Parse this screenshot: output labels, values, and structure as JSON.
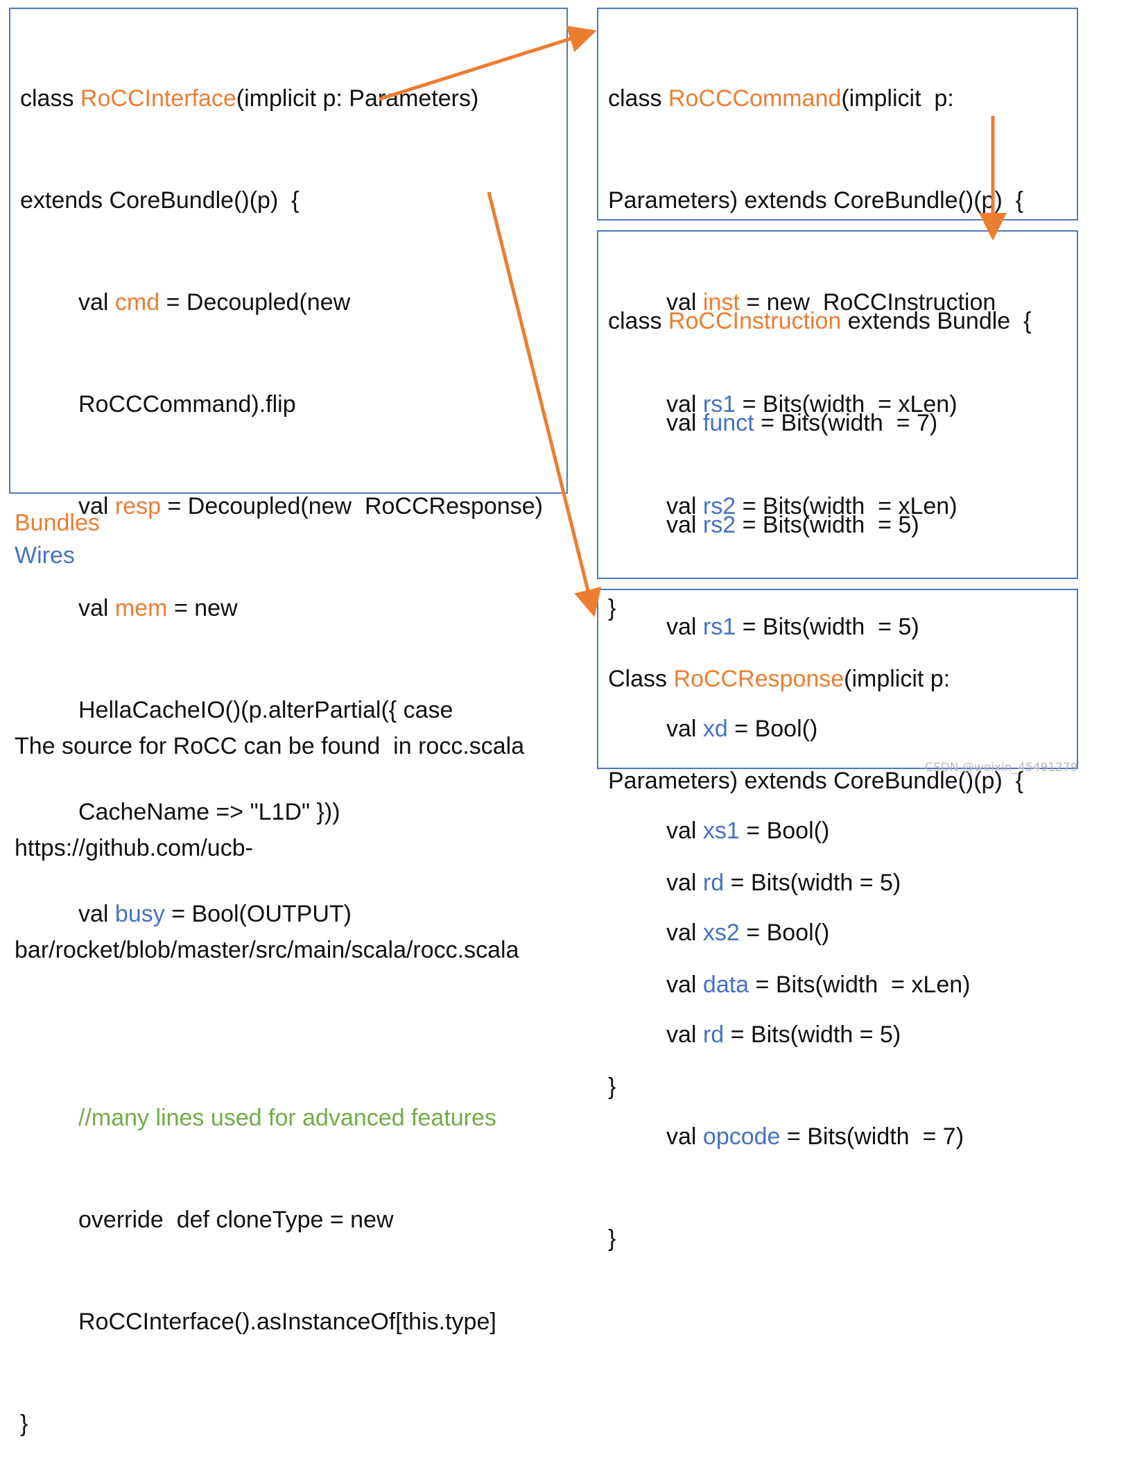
{
  "rocc_interface": {
    "kw_class": "class",
    "name": "RoCCInterface",
    "header_rest": "(implicit p: Parameters)",
    "header_line2": "extends CoreBundle()(p)  {",
    "cmd_pre": "val ",
    "cmd_name": "cmd",
    "cmd_post": " = Decoupled(new",
    "cmd_cont": "RoCCCommand).flip",
    "resp_pre": "val ",
    "resp_name": "resp",
    "resp_post": " = Decoupled(new  RoCCResponse)",
    "mem_pre": "val ",
    "mem_name": "mem",
    "mem_post": " = new",
    "mem_cont1": "HellaCacheIO()(p.alterPartial({ case",
    "mem_cont2": "CacheName => \"L1D\" }))",
    "busy_pre": "val ",
    "busy_name": "busy",
    "busy_post": " = Bool(OUTPUT)",
    "comment": "//many lines used for advanced features",
    "override_line": "override  def cloneType = new",
    "override_cont": "RoCCInterface().asInstanceOf[this.type]",
    "close": "}"
  },
  "rocc_command": {
    "kw_class": "class ",
    "name": "RoCCCommand",
    "header_rest": "(implicit  p:",
    "header_line2": "Parameters) extends CoreBundle()(p)  {",
    "inst_pre": "val ",
    "inst_name": "inst",
    "inst_post": " = new  RoCCInstruction",
    "rs1_pre": "val ",
    "rs1_name": "rs1",
    "rs1_post": " = Bits(width  = xLen)",
    "rs2_pre": "val ",
    "rs2_name": "rs2",
    "rs2_post": " = Bits(width  = xLen)",
    "close": "}"
  },
  "rocc_instruction": {
    "kw_class": "class ",
    "name": "RoCCInstruction",
    "header_rest": " extends Bundle  {",
    "fields": [
      {
        "pre": "val ",
        "name": "funct",
        "post": " = Bits(width  = 7)"
      },
      {
        "pre": "val ",
        "name": "rs2",
        "post": " = Bits(width  = 5)"
      },
      {
        "pre": "val ",
        "name": "rs1",
        "post": " = Bits(width  = 5)"
      },
      {
        "pre": "val ",
        "name": "xd",
        "post": " = Bool()"
      },
      {
        "pre": "val ",
        "name": "xs1",
        "post": " = Bool()"
      },
      {
        "pre": "val ",
        "name": "xs2",
        "post": " = Bool()"
      },
      {
        "pre": "val ",
        "name": "rd",
        "post": " = Bits(width = 5)"
      },
      {
        "pre": "val ",
        "name": "opcode",
        "post": " = Bits(width  = 7)"
      }
    ],
    "close": "}"
  },
  "rocc_response": {
    "kw_class": "Class ",
    "name": "RoCCResponse",
    "header_rest": "(implicit p:",
    "header_line2": "Parameters) extends CoreBundle()(p)  {",
    "rd_pre": "val ",
    "rd_name": "rd",
    "rd_post": " = Bits(width = 5)",
    "data_pre": "val ",
    "data_name": "data",
    "data_post": " = Bits(width  = xLen)",
    "close": "}"
  },
  "legend": {
    "bundles": "Bundles",
    "wires": "Wires"
  },
  "source_note": {
    "line1": "The source for RoCC can be found  in rocc.scala",
    "line2": "https://github.com/ucb-",
    "line3": "bar/rocket/blob/master/src/main/scala/rocc.scala"
  },
  "watermark": "CSDN @weixin_45491279",
  "colors": {
    "bundle": "#ed7d31",
    "wire": "#4472c4",
    "comment": "#70ad47",
    "box_border": "#4a78c2",
    "arrow": "#ed7d31"
  }
}
